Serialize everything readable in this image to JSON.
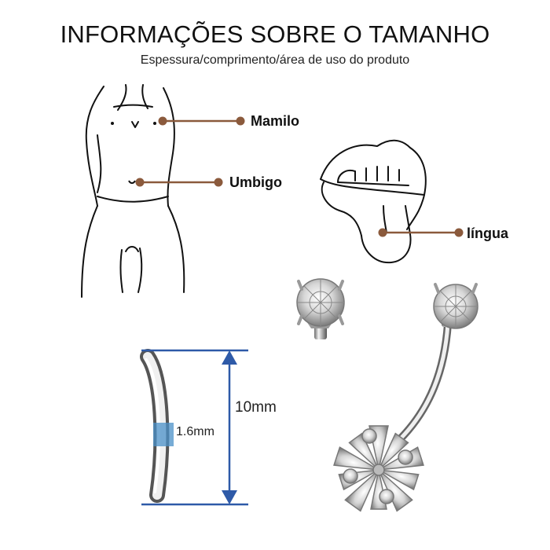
{
  "header": {
    "title": "INFORMAÇÕES SOBRE O TAMANHO",
    "subtitle": "Espessura/comprimento/área de uso do produto"
  },
  "areas": {
    "nipple": "Mamilo",
    "navel": "Umbigo",
    "tongue": "língua"
  },
  "dimensions": {
    "thickness": "1.6mm",
    "length": "10mm"
  },
  "colors": {
    "pointer": "#8b5a3c",
    "dimension_line": "#2e5aa8",
    "thickness_marker": "#4a90c8"
  }
}
